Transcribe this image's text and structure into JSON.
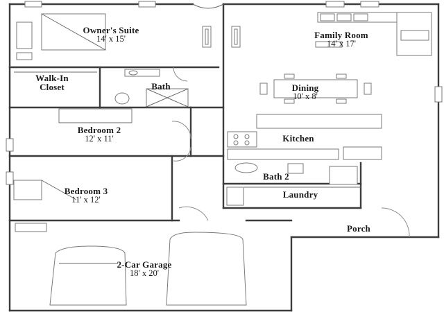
{
  "rooms": {
    "owners_suite": {
      "name": "Owner's Suite",
      "dims": "14' x 15'"
    },
    "family_room": {
      "name": "Family Room",
      "dims": "14' x 17'"
    },
    "walk_in_closet": {
      "name_line1": "Walk-In",
      "name_line2": "Closet"
    },
    "bath": {
      "name": "Bath"
    },
    "dining": {
      "name": "Dining",
      "dims": "10' x 8'"
    },
    "bedroom_2": {
      "name": "Bedroom 2",
      "dims": "12' x 11'"
    },
    "kitchen": {
      "name": "Kitchen"
    },
    "bath_2": {
      "name": "Bath 2"
    },
    "laundry": {
      "name": "Laundry"
    },
    "bedroom_3": {
      "name": "Bedroom 3",
      "dims": "11' x 12'"
    },
    "porch": {
      "name": "Porch"
    },
    "garage": {
      "name": "2-Car Garage",
      "dims": "18' x 20'"
    }
  }
}
